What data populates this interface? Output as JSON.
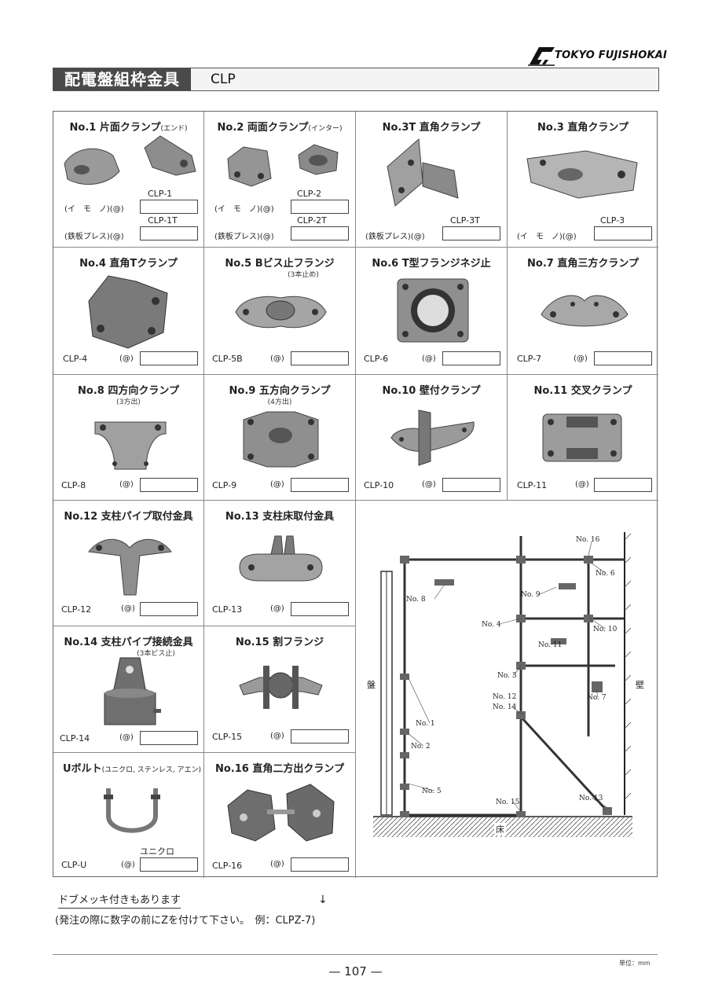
{
  "brand": {
    "name": "TOKYO FUJISHOKAI"
  },
  "header": {
    "title": "配電盤組枠金具",
    "code": "CLP"
  },
  "cells": {
    "c1": {
      "title": "No.1 片面クランプ",
      "title_small": "(エンド)",
      "code_a": "CLP-1",
      "label_a": "(イ　モ　ノ)(@)",
      "code_b": "CLP-1T",
      "label_b": "(鉄板プレス)(@)"
    },
    "c2": {
      "title": "No.2 両面クランプ",
      "title_small": "(インター)",
      "code_a": "CLP-2",
      "label_a": "(イ　モ　ノ)(@)",
      "code_b": "CLP-2T",
      "label_b": "(鉄板プレス)(@)"
    },
    "c3": {
      "title": "No.3T 直角クランプ",
      "code_b": "CLP-3T",
      "label_b": "(鉄板プレス)(@)"
    },
    "c4": {
      "title": "No.3 直角クランプ",
      "code_b": "CLP-3",
      "label_b": "(イ　モ　ノ)(@)"
    },
    "c5": {
      "title": "No.4 直角Tクランプ",
      "code": "CLP-4",
      "at": "(@)"
    },
    "c6": {
      "title": "No.5 Bビス止フランジ",
      "sub": "(3本止め)",
      "code": "CLP-5B",
      "at": "(@)"
    },
    "c7": {
      "title": "No.6 T型フランジネジ止",
      "code": "CLP-6",
      "at": "(@)"
    },
    "c8": {
      "title": "No.7 直角三方クランプ",
      "code": "CLP-7",
      "at": "(@)"
    },
    "c9": {
      "title": "No.8 四方向クランプ",
      "sub": "(3方出)",
      "code": "CLP-8",
      "at": "(@)"
    },
    "c10": {
      "title": "No.9 五方向クランプ",
      "sub": "(4方出)",
      "code": "CLP-9",
      "at": "(@)"
    },
    "c11": {
      "title": "No.10 壁付クランプ",
      "code": "CLP-10",
      "at": "(@)"
    },
    "c12": {
      "title": "No.11 交叉クランプ",
      "code": "CLP-11",
      "at": "(@)"
    },
    "c13": {
      "title": "No.12 支柱パイプ取付金具",
      "code": "CLP-12",
      "at": "(@)"
    },
    "c14": {
      "title": "No.13 支柱床取付金具",
      "code": "CLP-13",
      "at": "(@)"
    },
    "c15": {
      "title": "No.14 支柱パイプ接続金具",
      "sub": "(3本ビス止)",
      "code": "CLP-14",
      "at": "(@)"
    },
    "c16": {
      "title": "No.15 割フランジ",
      "code": "CLP-15",
      "at": "(@)"
    },
    "c17": {
      "title": "Uボルト",
      "title_small": "(ユニクロ, ステンレス, アエン)",
      "note": "ユニクロ",
      "code": "CLP-U",
      "at": "(@)"
    },
    "c18": {
      "title": "No.16 直角二方出クランプ",
      "code": "CLP-16",
      "at": "(@)"
    }
  },
  "diagram": {
    "panel": "盤",
    "wall": "壁",
    "floor": "床",
    "labels": [
      "No. 16",
      "No. 6",
      "No. 8",
      "No. 9",
      "No. 4",
      "No. 10",
      "No. 11",
      "No. 3",
      "No. 7",
      "No. 12",
      "No. 14",
      "No. 1",
      "No. 2",
      "No. 5",
      "No. 15",
      "No. 13"
    ]
  },
  "footer": {
    "note1": "ドブメッキ付きもあります",
    "note2": "(発注の際に数字の前にZを付けて下さい。　例：CLPZ-7)",
    "arrow": "↓",
    "page": "— 107 —",
    "unit": "単位：mm"
  }
}
